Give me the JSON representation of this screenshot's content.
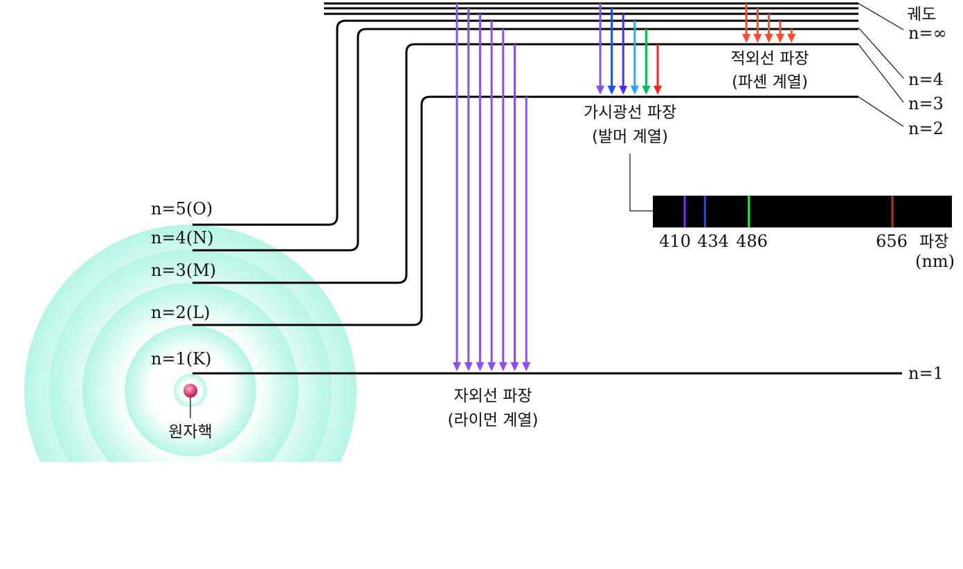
{
  "orbit_labels": {
    "title": "궤도",
    "n_inf": "n=∞",
    "n4": "n=4",
    "n3": "n=3",
    "n2": "n=2",
    "n1": "n=1"
  },
  "shell_labels": [
    "n=5(O)",
    "n=4(N)",
    "n=3(M)",
    "n=2(L)",
    "n=1(K)"
  ],
  "nucleus_label": "원자핵",
  "series": {
    "lyman": {
      "line1": "자외선 파장",
      "line2": "(라이먼 계열)",
      "colors": [
        "#8b4dff",
        "#8b4dff",
        "#8b4dff",
        "#8b4dff",
        "#8b4dff",
        "#8b4dff",
        "#8b4dff"
      ]
    },
    "balmer": {
      "line1": "가시광선 파장",
      "line2": "(발머 계열)",
      "colors": [
        "#8b4dff",
        "#1a4dff",
        "#4a2dff",
        "#1ab0ff",
        "#00c050",
        "#ff2020"
      ]
    },
    "paschen": {
      "line1": "적외선 파장",
      "line2": "(파셴 계열)",
      "colors": [
        "#ff4a2a",
        "#ff4a2a",
        "#ff4a2a",
        "#ff4a2a",
        "#ff4a2a"
      ]
    }
  },
  "spectrum": {
    "lines": [
      {
        "nm": 410,
        "label": "410",
        "color": "#7a2cff"
      },
      {
        "nm": 434,
        "label": "434",
        "color": "#1a4dff"
      },
      {
        "nm": 486,
        "label": "486",
        "color": "#22ee22"
      },
      {
        "nm": 656,
        "label": "656",
        "color": "#c0302a"
      }
    ],
    "axis_label": "파장",
    "unit": "(nm)"
  }
}
